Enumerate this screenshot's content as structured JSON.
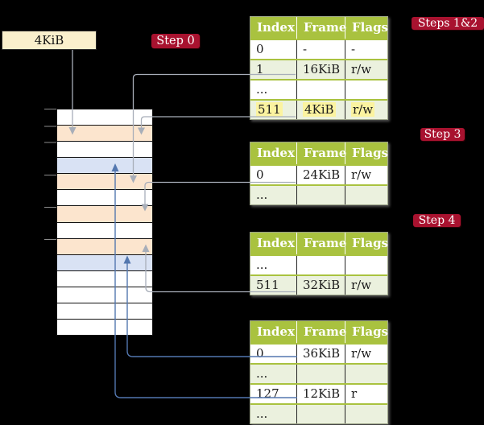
{
  "register": {
    "label": "4KiB"
  },
  "badges": {
    "step0": "Step 0",
    "steps12": "Steps 1&2",
    "step3": "Step 3",
    "step4": "Step 4"
  },
  "table_headers": [
    "Index",
    "Frame",
    "Flags"
  ],
  "tables": {
    "t1": {
      "rows": [
        [
          "0",
          "-",
          "-"
        ],
        [
          "1",
          "16KiB",
          "r/w"
        ],
        [
          "...",
          "",
          ""
        ],
        [
          "511",
          "4KiB",
          "r/w"
        ]
      ],
      "highlighted_row": 3
    },
    "t2": {
      "rows": [
        [
          "0",
          "24KiB",
          "r/w"
        ],
        [
          "...",
          "",
          ""
        ]
      ]
    },
    "t3": {
      "rows": [
        [
          "...",
          "",
          ""
        ],
        [
          "511",
          "32KiB",
          "r/w"
        ]
      ]
    },
    "t4": {
      "rows": [
        [
          "0",
          "36KiB",
          "r/w"
        ],
        [
          "...",
          "",
          ""
        ],
        [
          "127",
          "12KiB",
          "r"
        ],
        [
          "...",
          "",
          ""
        ]
      ]
    }
  },
  "memory_stack": {
    "row_fills": [
      "white",
      "peach",
      "white",
      "blue",
      "peach",
      "white",
      "peach",
      "white",
      "peach",
      "blue",
      "white",
      "white",
      "white",
      "white"
    ]
  },
  "colors": {
    "badge-red": "#A8122F",
    "header-green": "#A9C23F",
    "row-green": "#EBF1DE",
    "cream": "#FAF0CD",
    "highlight-yellow": "#FBF3A0",
    "peach": "#FCE5CE",
    "blue": "#D9E2F4",
    "white": "#FFFFFF",
    "gray-line": "#A8AEB9",
    "tick-gray": "#8C8C8C",
    "blue-line": "#5377AF"
  }
}
